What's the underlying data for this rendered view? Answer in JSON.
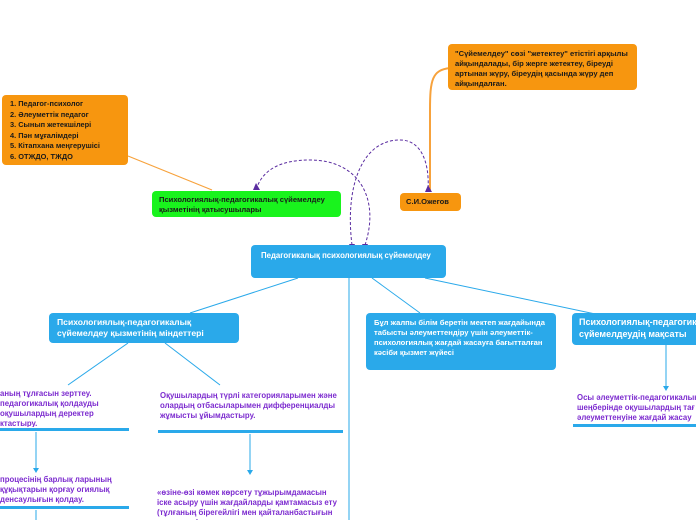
{
  "nodes": {
    "ojegov_quote": "\"Сүйемелдеу\" сөзі \"жетектеу\" етістігі арқылы айқындалады, бір жерге жетектеу, біреуді артынан жүру, біреудің қасында жүру деп айқындалған.",
    "participants_list": [
      "1.    Педагог-психолог",
      "2.    Әлеуметтік педагог",
      "3.    Сынып жетекшілері",
      "4.    Пән мұғалімдері",
      "5.    Кітапхана меңгерушісі",
      "6. ОТЖДО, ТЖДО"
    ],
    "participants_title": "Психологиялық-педагогикалық сүйемелдеу қызметінің қатысушылары",
    "ojegov_label": "С.И.Ожегов",
    "central": "Педагогикалық психологиялық сүйемелдеу",
    "tasks_title": "Психологиялық-педагогикалық сүйемелдеу қызметінің міндеттері",
    "system_text": "Бұл жалпы білім беретін мектеп жағдайында табысты әлеуметтендіру үшін әлеуметтік-психологиялық жағдай жасауға бағытталған кәсіби қызмет жүйесі",
    "goal_title": "Психологиялық-педагогикалық сүйемелдеудің мақсаты",
    "task1": "аның тұлғасын зерттеу. педагогикалық қолдауды оқушылардың деректер ктастыру.",
    "task2": "Оқушылардың түрлі категорияларымен және олардың отбасыларымен дифференциалды жұмысты ұйымдастыру.",
    "task3": "процесінің барлық ларының құқықтарын қорғау огиялық денсаулығын қолдау.",
    "task4": "«өзіне-өзі көмек көрсету тұжырымдамасын іске асыру үшін жағдайларды қамтамасыз ету (тұлғаның бірегейлігі мен қайталанбастығын құрметтеу)",
    "goal_text": "Осы әлеуметтік-педагогикалық шеңберінде оқушылардың тағ әлеуметтенуіне жағдай жасау"
  },
  "colors": {
    "orange": "#f7960f",
    "blue": "#2aa9ea",
    "green": "#19f31d",
    "purple_text": "#7c2bcf",
    "link_orange": "#f7a23c",
    "link_purple": "#5a2ca0"
  }
}
